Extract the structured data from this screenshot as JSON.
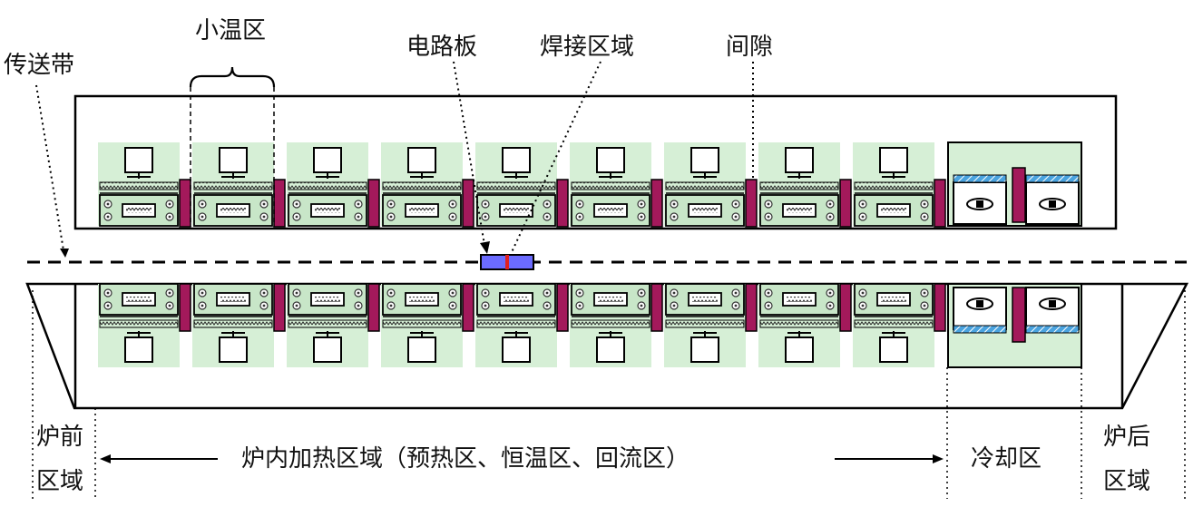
{
  "labels": {
    "small_zone": "小温区",
    "conveyor": "传送带",
    "circuit_board": "电路板",
    "solder_area": "焊接区域",
    "gap": "间隙",
    "front_line1": "炉前",
    "front_line2": "区域",
    "heating": "炉内加热区域（预热区、恒温区、回流区）",
    "cooling": "冷却区",
    "rear_line1": "炉后",
    "rear_line2": "区域"
  },
  "structure": {
    "heating_zone_count": 9,
    "cooling_zone_count": 2
  },
  "colors": {
    "zone_bg": "#d6efd6",
    "separator": "#a3195b",
    "board": "#6b6bff",
    "solder": "#e02020",
    "cool_stripe": "#4aa3df",
    "line": "#000000"
  }
}
